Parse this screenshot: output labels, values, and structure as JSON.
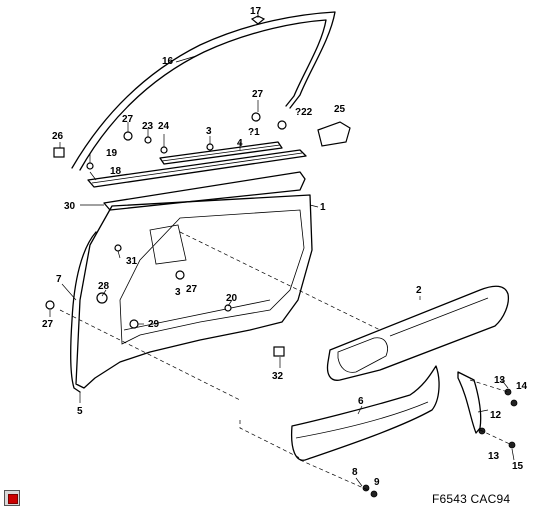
{
  "drawing_code": "F6543 CAC94",
  "corner_icon": "window-restore-icon",
  "labels": {
    "l17": "17",
    "l16": "16",
    "l27a": "27",
    "l22": "?22",
    "l25": "25",
    "l27b": "27",
    "l23": "23",
    "l24": "24",
    "l3a": "3",
    "l4": "4",
    "l21": "?1",
    "l26": "26",
    "l19": "19",
    "l18": "18",
    "l30": "30",
    "l1": "1",
    "l31": "31",
    "l7": "7",
    "l28": "28",
    "l3b": "3",
    "l27c": "27",
    "l20": "20",
    "l2": "2",
    "l27d": "27",
    "l29": "29",
    "l32": "32",
    "l5": "5",
    "l13a": "13",
    "l14": "14",
    "l6": "6",
    "l12": "12",
    "l13b": "13",
    "l15": "15",
    "l8": "8",
    "l9": "9"
  }
}
